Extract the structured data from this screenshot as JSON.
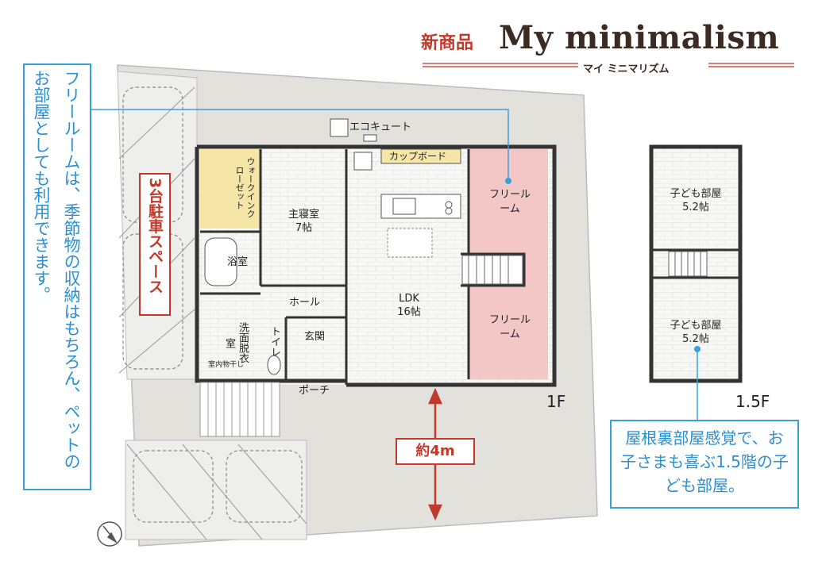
{
  "brand": {
    "new_label": "新商品",
    "title": "My minimalism",
    "subtitle": "マイ ミニマリズム"
  },
  "callouts": {
    "free_room_note": "フリールームは、季節物の収納はもちろん、ペットのお部屋としても利用できます。",
    "kids_room_note": "屋根裏部屋感覚で、お子さまも喜ぶ1.5階の子ども部屋。",
    "parking": "3台駐車スペース",
    "depth": "約4m"
  },
  "rooms": {
    "eco_cute": "エコキュート",
    "cupboard": "カップボード",
    "walk_in_closet": "ウォークインクローゼット",
    "master_bedroom": "主寝室",
    "master_bedroom_size": "7帖",
    "bathroom": "浴室",
    "hall": "ホール",
    "ldk": "LDK",
    "ldk_size": "16帖",
    "free_room_1": "フリールーム",
    "free_room_2": "フリールーム",
    "wash_room": "洗面脱衣室",
    "indoor_drying": "室内物干し",
    "toilet": "トイレ",
    "entrance": "玄関",
    "porch": "ポーチ",
    "kids_room_1": "子ども部屋",
    "kids_room_1_size": "5.2帖",
    "kids_room_2": "子ども部屋",
    "kids_room_2_size": "5.2帖"
  },
  "floors": {
    "first": "1F",
    "mezzanine": "1.5F"
  },
  "colors": {
    "accent_red": "#c0392b",
    "accent_blue": "#3aa0d8",
    "free_room_pink": "#f4c7c7",
    "closet_yellow": "#f5e6a8",
    "site_gray": "#e4e2de",
    "wall": "#333333"
  }
}
